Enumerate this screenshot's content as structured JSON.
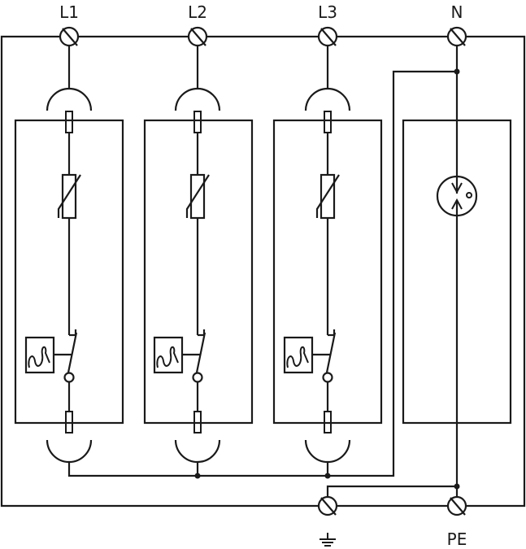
{
  "diagram": {
    "type": "surge-protection-device-schematic",
    "line_color": "#1a1a1a",
    "background": "#ffffff",
    "top_terminals": [
      {
        "id": "L1",
        "label": "L1"
      },
      {
        "id": "L2",
        "label": "L2"
      },
      {
        "id": "L3",
        "label": "L3"
      },
      {
        "id": "N",
        "label": "N"
      }
    ],
    "bottom_terminals": [
      {
        "id": "earth",
        "label": "",
        "icon": "earth-ground-icon"
      },
      {
        "id": "PE",
        "label": "PE"
      }
    ],
    "modules": [
      {
        "id": "module-L1",
        "components": [
          "fuse-plug-top",
          "varistor",
          "thermal-disconnector",
          "switch",
          "fuse-plug-bottom"
        ]
      },
      {
        "id": "module-L2",
        "components": [
          "fuse-plug-top",
          "varistor",
          "thermal-disconnector",
          "switch",
          "fuse-plug-bottom"
        ]
      },
      {
        "id": "module-L3",
        "components": [
          "fuse-plug-top",
          "varistor",
          "thermal-disconnector",
          "switch",
          "fuse-plug-bottom"
        ]
      },
      {
        "id": "module-N",
        "components": [
          "gas-discharge-tube"
        ]
      }
    ]
  }
}
